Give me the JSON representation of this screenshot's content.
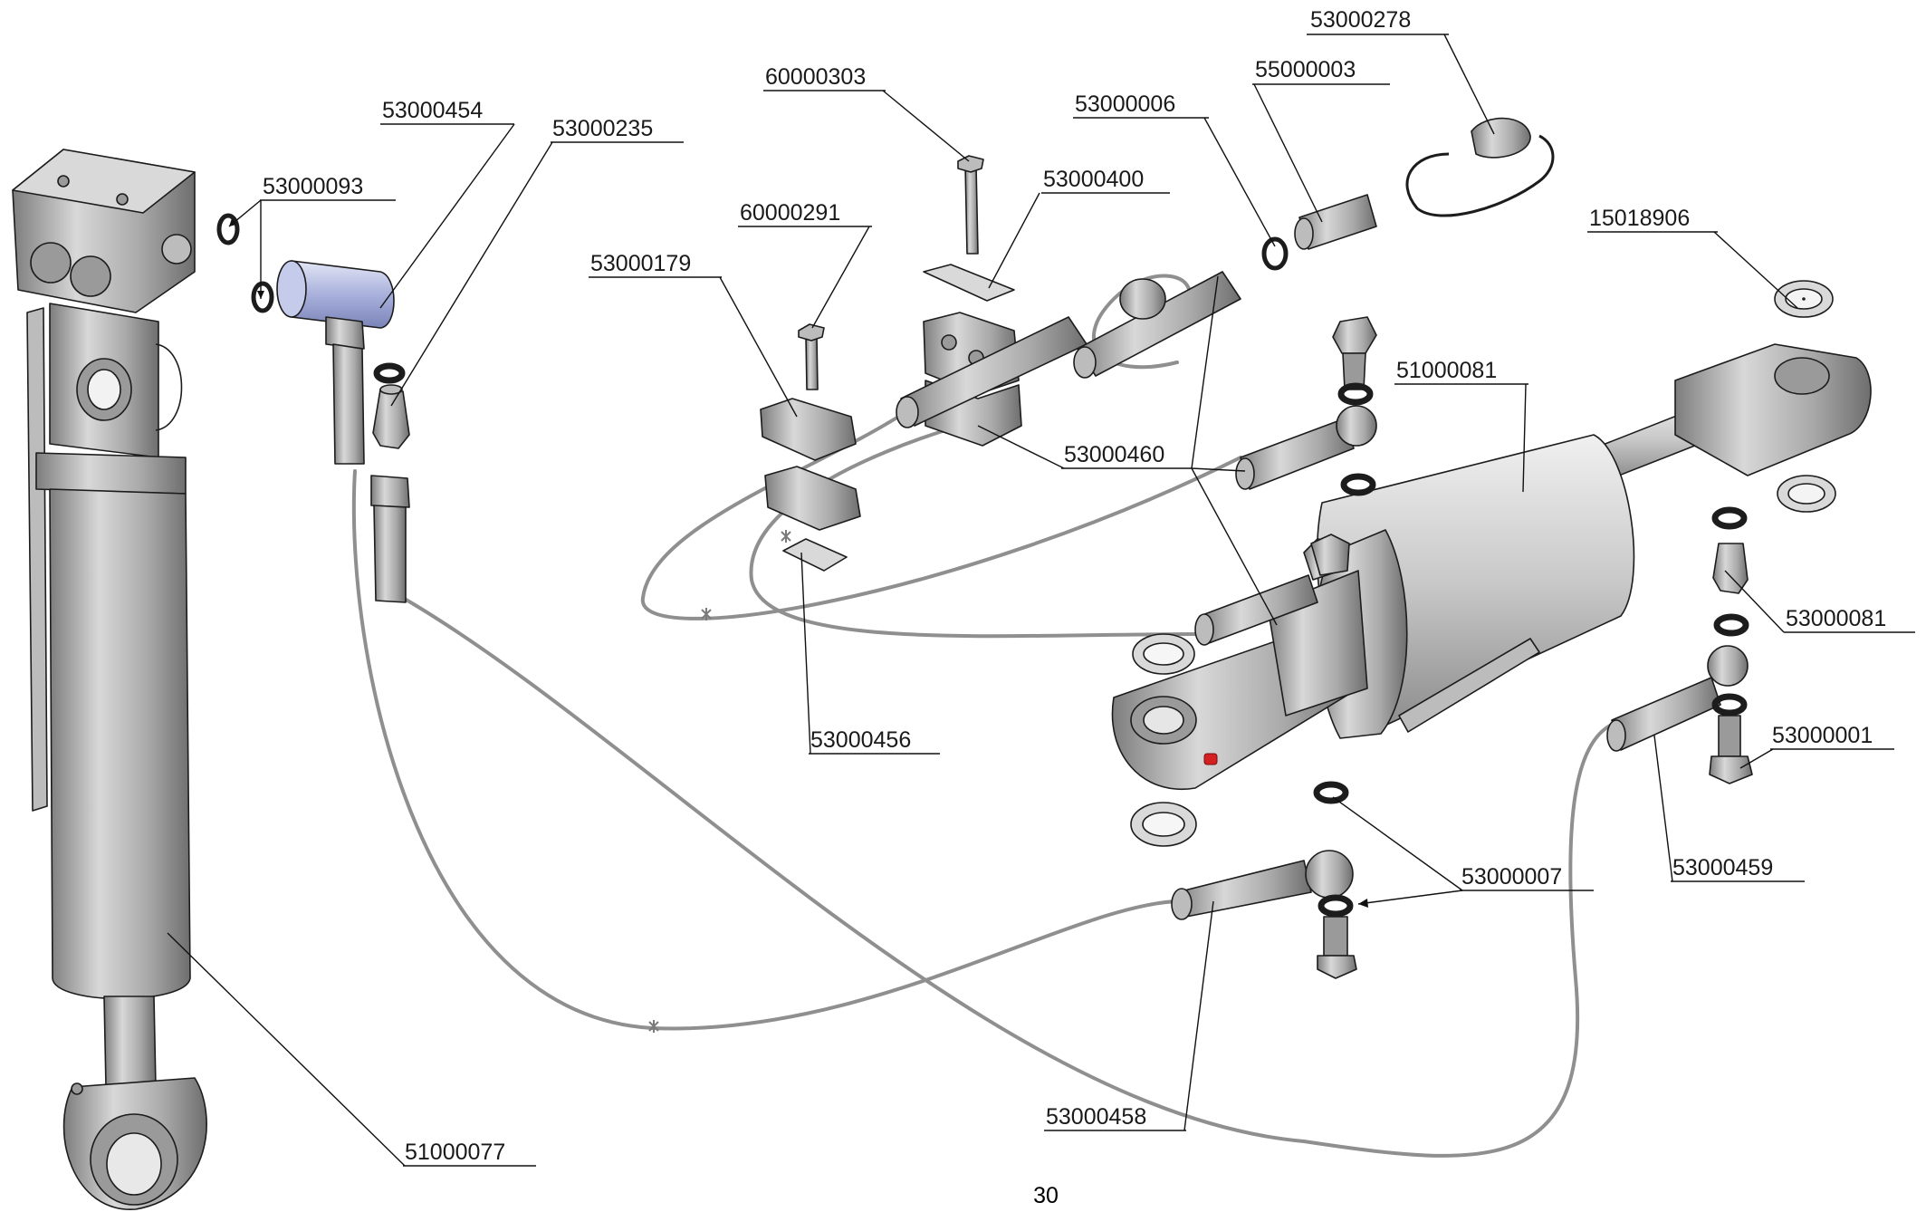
{
  "page_number": "30",
  "part_labels": [
    "53000278",
    "55000003",
    "53000006",
    "60000303",
    "53000400",
    "53000454",
    "53000235",
    "53000093",
    "60000291",
    "53000179",
    "15018906",
    "51000081",
    "53000460",
    "53000081",
    "53000456",
    "53000001",
    "53000007",
    "53000459",
    "53000458",
    "51000077"
  ],
  "colors": {
    "metal": "#b8b8b8",
    "hose": "#8f8f8f",
    "valve_accent": "#9fa8d8",
    "marker_red": "#d42020"
  }
}
